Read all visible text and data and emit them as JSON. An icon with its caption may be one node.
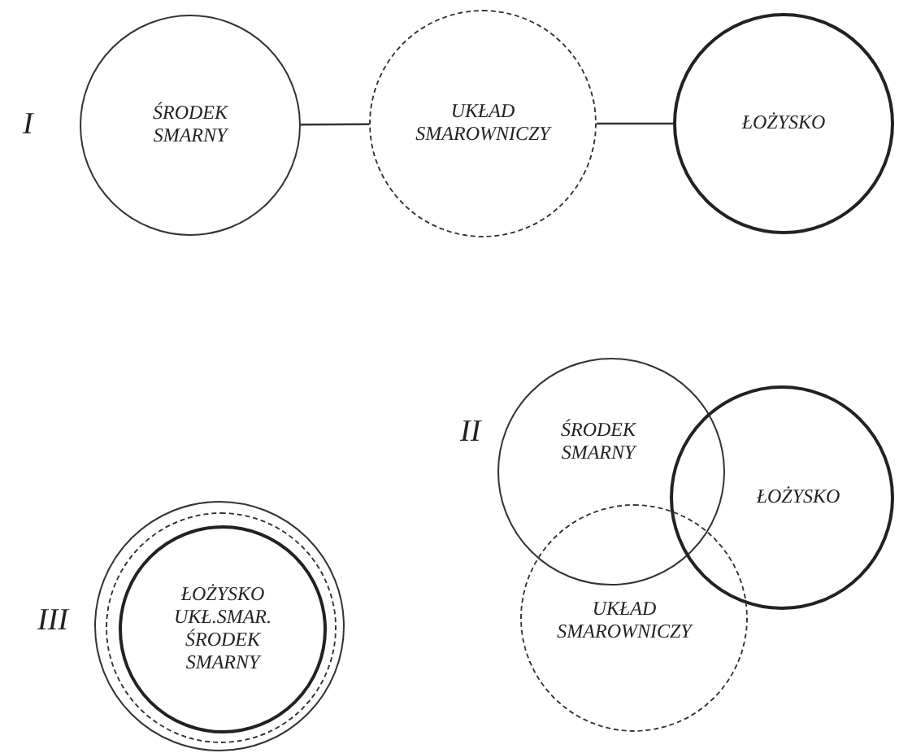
{
  "diagram": {
    "nodes": [
      {
        "text": [
          "ŚRODEK SMARNY"
        ]
      },
      {
        "text": [
          "UKŁAD SMAROWNICZY"
        ]
      },
      {
        "text": [
          "ŁOŻYSKO"
        ]
      },
      {
        "text": [
          "ŚRODEK SMARNY"
        ]
      },
      {
        "text": [
          "ŁOŻYSKO"
        ]
      },
      {
        "text": [
          "UKŁAD SMAROWNICZY"
        ]
      },
      {
        "text": [],
        "shape": "circle"
      },
      {
        "text": [],
        "shape": "circle",
        "in": 6
      },
      {
        "text": [
          "ŁOŻYSKO",
          "UKŁ.SMAR.",
          "ŚRODEK SMARNY"
        ],
        "in": 7
      }
    ],
    "edges": [
      {
        "from": 0,
        "to": 1,
        "arrow": "none"
      },
      {
        "from": 1,
        "to": 2,
        "arrow": "none"
      }
    ],
    "labels": [
      "I",
      "II",
      "III"
    ]
  }
}
